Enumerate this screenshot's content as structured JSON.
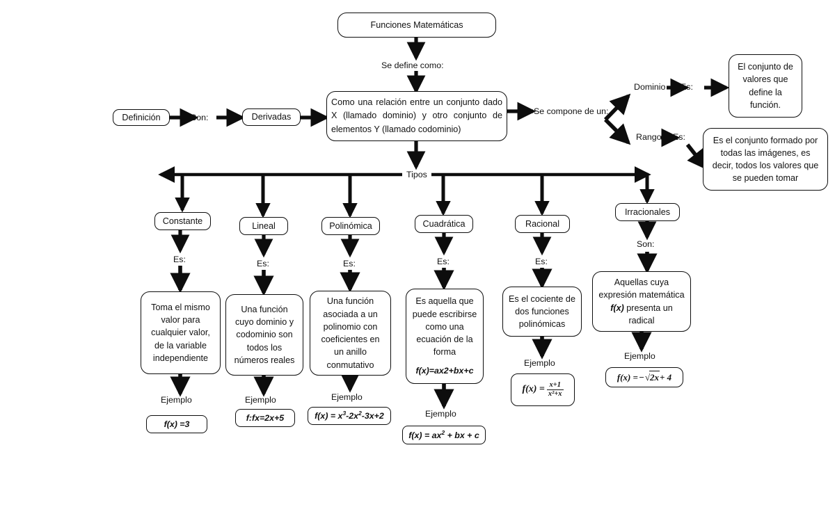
{
  "diagram": {
    "title": "Funciones Matemáticas",
    "language": "es"
  },
  "nodes": {
    "root": "Funciones Matemáticas",
    "definicion": "Definición",
    "derivadas": "Derivadas",
    "definition_box": "Como una relación entre un conjunto dado X (llamado dominio) y otro conjunto de elementos Y (llamado codominio)",
    "dominio": "Dominio",
    "rango": "Rango",
    "dominio_desc": "El conjunto de valores que define la función.",
    "rango_desc": "Es el conjunto formado por todas las imágenes, es decir, todos los valores que se pueden tomar",
    "constante": "Constante",
    "lineal": "Lineal",
    "polinomica": "Polinómica",
    "cuadratica": "Cuadrática",
    "racional": "Racional",
    "irracionales": "Irracionales",
    "constante_desc": "Toma el mismo valor para cualquier valor, de la variable independiente",
    "lineal_desc": "Una función cuyo dominio y codominio son todos los números reales",
    "polinomica_desc": "Una función asociada a un polinomio con coeficientes en un anillo conmutativo",
    "cuadratica_desc": "Es aquella que puede escribirse como una ecuación de la forma",
    "cuadratica_desc_formula": "f(x)=ax2+bx+c",
    "racional_desc": "Es el cociente de dos funciones polinómicas",
    "irracionales_desc_pre": "Aquellas cuya expresión matemática ",
    "irracionales_desc_fx": "f(x)",
    "irracionales_desc_post": " presenta un radical"
  },
  "connectors": {
    "se_define_como": "Se define como:",
    "son": "Son:",
    "se_compone_de_un": "Se compone de un:",
    "es_dominio": "Es:",
    "es_rango": "Es:",
    "tipos": "Tipos",
    "es_constante": "Es:",
    "es_lineal": "Es:",
    "es_polinomica": "Es:",
    "es_cuadratica": "Es:",
    "es_racional": "Es:",
    "son_irracionales": "Son:",
    "ejemplo_constante": "Ejemplo",
    "ejemplo_lineal": "Ejemplo",
    "ejemplo_polinomica": "Ejemplo",
    "ejemplo_cuadratica": "Ejemplo",
    "ejemplo_racional": "Ejemplo",
    "ejemplo_irracional": "Ejemplo"
  },
  "examples": {
    "constante": "f(x) =3",
    "lineal": "f:fx=2x+5",
    "polinomica_pre": "f(x) = x",
    "polinomica_sup1": "3",
    "polinomica_mid": "-2x",
    "polinomica_sup2": "2",
    "polinomica_post": "-3x+2",
    "cuadratica_pre": "f(x) = ax",
    "cuadratica_sup": "2",
    "cuadratica_post": " + bx + c",
    "racional_lhs": "f(x) = ",
    "racional_num": "x+1",
    "racional_den": "x²+x",
    "irracional_lhs": "f(x) = ",
    "irracional_sign": "−",
    "irracional_radicand": "2x",
    "irracional_tail": " + 4"
  },
  "colors": {
    "stroke": "#0d0d0d",
    "text": "#111111",
    "background": "#ffffff"
  }
}
